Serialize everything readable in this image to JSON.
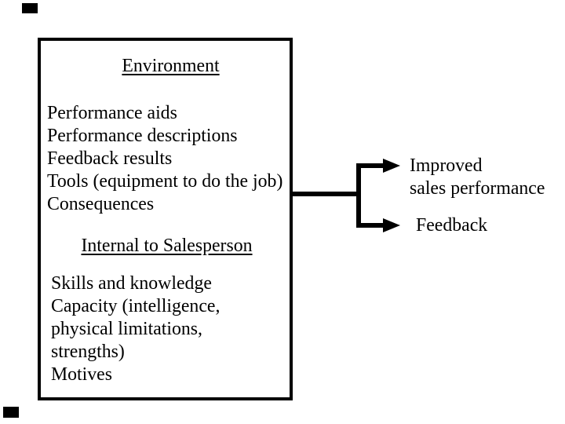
{
  "colors": {
    "foreground": "#000000",
    "background": "#ffffff"
  },
  "box": {
    "environment": {
      "title": "Environment",
      "items": [
        "Performance aids",
        "Performance descriptions",
        "Feedback results",
        "Tools (equipment to do the job)",
        "Consequences"
      ]
    },
    "internal": {
      "title": "Internal to Salesperson",
      "items": [
        "Skills and knowledge",
        "Capacity (intelligence,",
        "physical limitations,",
        "strengths)",
        "Motives"
      ]
    }
  },
  "outputs": {
    "improved": {
      "line1": "Improved",
      "line2": "sales performance"
    },
    "feedback": {
      "label": "Feedback"
    }
  }
}
